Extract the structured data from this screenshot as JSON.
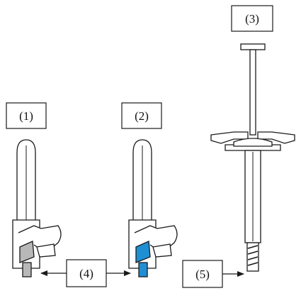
{
  "labels": {
    "one": "(1)",
    "two": "(2)",
    "three": "(3)",
    "four": "(4)",
    "five": "(5)"
  },
  "colors": {
    "outline": "#1a1a1a",
    "grey_part": "#b8b8b8",
    "blue_part": "#1f8fd4",
    "white": "#ffffff"
  },
  "icons": {
    "arrow_left": "arrow-left-icon",
    "arrow_right": "arrow-right-icon"
  }
}
